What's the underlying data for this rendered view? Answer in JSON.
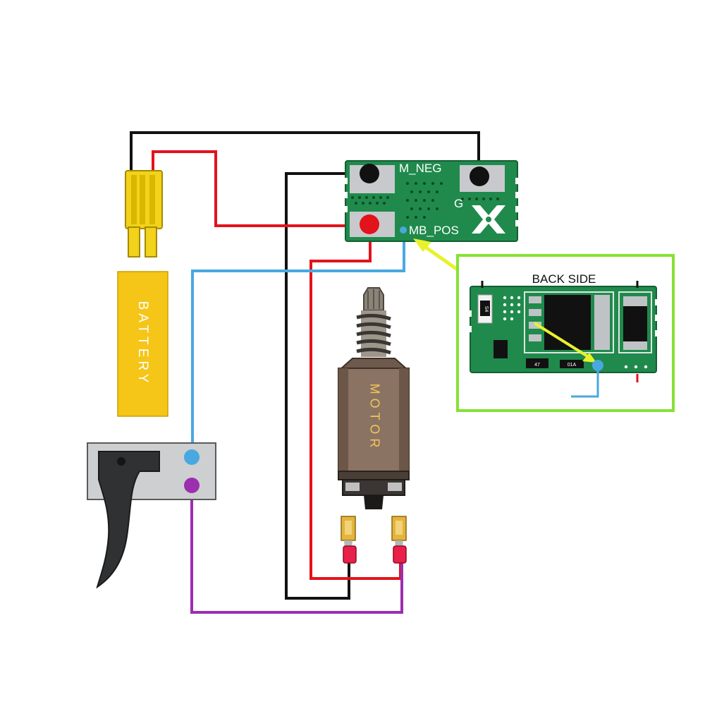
{
  "pcb": {
    "labels": {
      "m_neg": "M_NEG",
      "g": "G",
      "mb_pos": "MB_POS"
    },
    "board_color": "#1f8a4c",
    "logo": "X"
  },
  "battery": {
    "label": "BATTERY",
    "color": "#f5c518"
  },
  "motor": {
    "label": "MOTOR"
  },
  "inset": {
    "title": "BACK SIDE",
    "border_color": "#86e234",
    "chip_marks": [
      "S4",
      "47",
      "01A"
    ]
  },
  "wire_colors": {
    "black": "#111111",
    "red": "#e3131b",
    "blue": "#4aa8e0",
    "purple": "#9b2fae"
  },
  "indicator_arrow_color": "#e8f22a"
}
